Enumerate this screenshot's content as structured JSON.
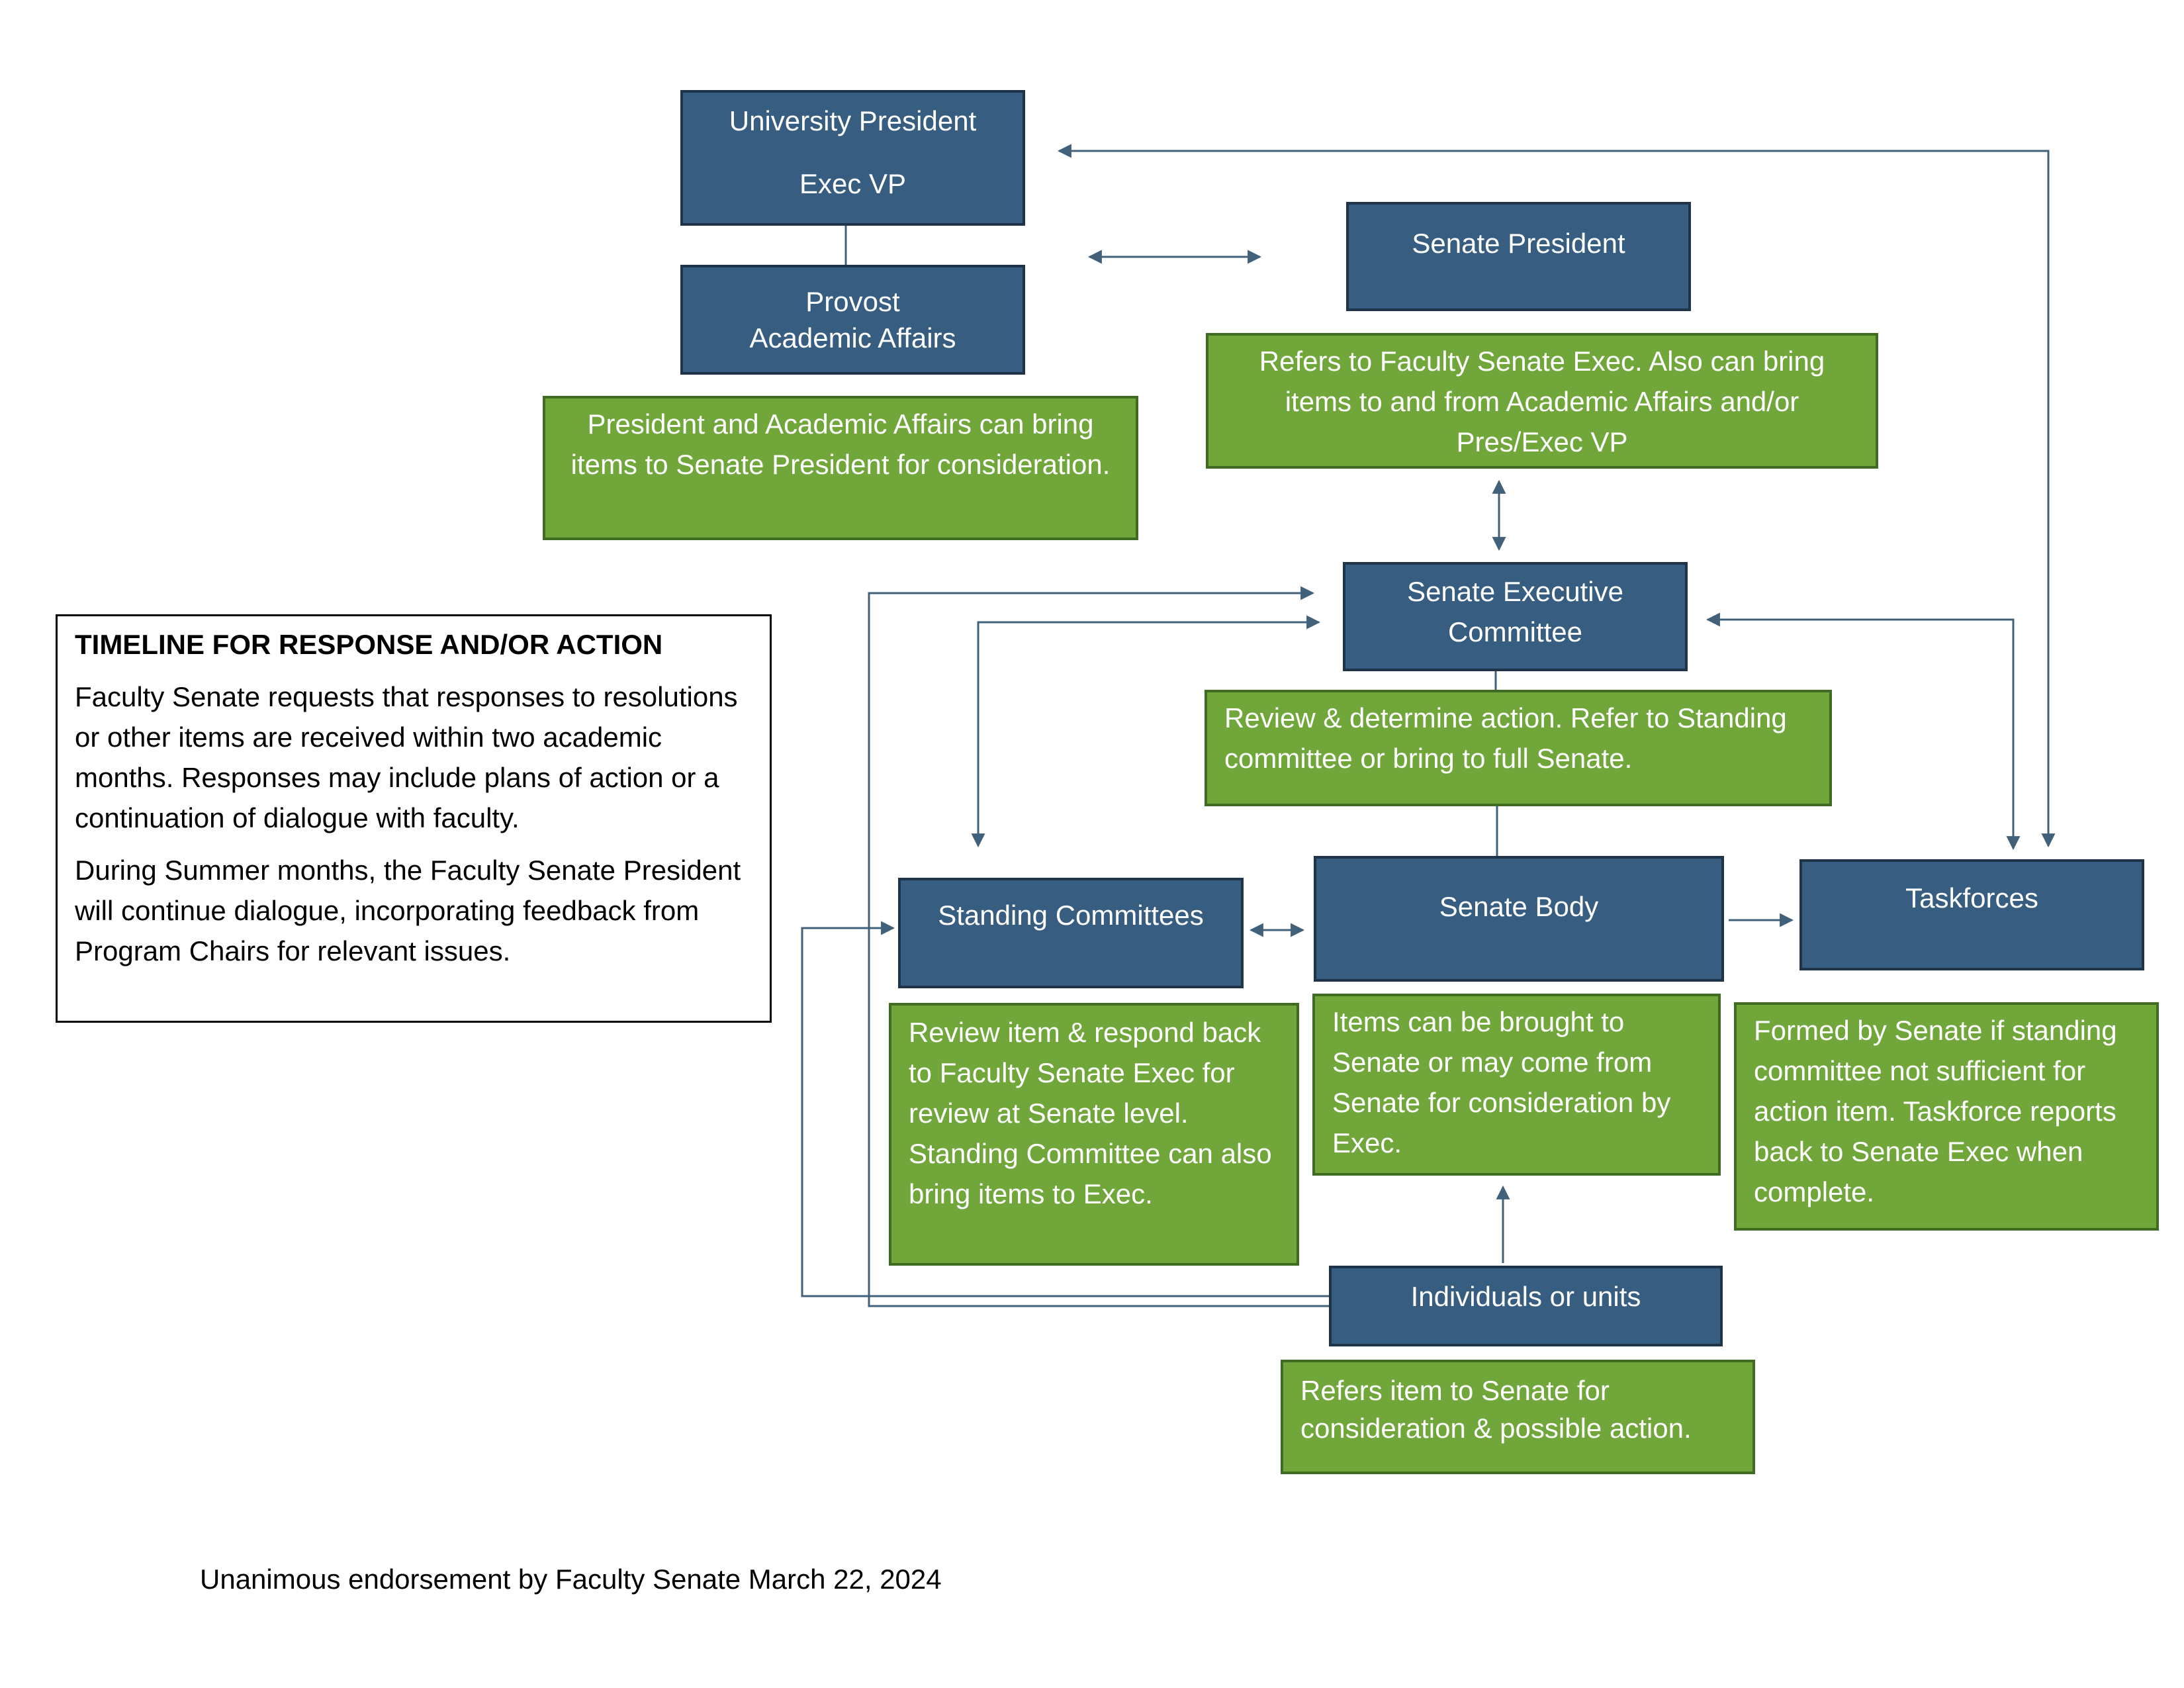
{
  "nodes": {
    "university_president": {
      "line1": "University President",
      "line2": "Exec VP"
    },
    "provost": {
      "line1": "Provost",
      "line2": "Academic Affairs"
    },
    "senate_president": {
      "label": "Senate President"
    },
    "senate_exec": {
      "line1": "Senate Executive",
      "line2": "Committee"
    },
    "standing_committees": {
      "label": "Standing Committees"
    },
    "senate_body": {
      "label": "Senate Body"
    },
    "taskforces": {
      "label": "Taskforces"
    },
    "individuals": {
      "label": "Individuals or units"
    }
  },
  "notes": {
    "president_note": "President and Academic Affairs can bring items to Senate President for consideration.",
    "senate_president_note": "Refers to Faculty Senate Exec. Also can bring items to and from Academic Affairs and/or Pres/Exec VP",
    "exec_note": "Review & determine action. Refer to Standing committee or bring to full Senate.",
    "standing_note": "Review item & respond back to Faculty Senate Exec for review at Senate level. Standing Committee can also bring items to Exec.",
    "senate_body_note": "Items can be brought to Senate or may come from Senate for consideration by Exec.",
    "taskforces_note": "Formed by Senate if standing committee not sufficient for action item. Taskforce reports back to Senate Exec when complete.",
    "individuals_note": "Refers item to Senate for consideration & possible action."
  },
  "timeline": {
    "heading": "TIMELINE FOR RESPONSE AND/OR ACTION",
    "paragraph1": "Faculty Senate requests that responses to resolutions or other items are received within two academic months. Responses may include plans of action or a continuation of dialogue with faculty.",
    "paragraph2": "During Summer months, the Faculty Senate President will continue dialogue, incorporating feedback from Program Chairs for relevant issues."
  },
  "footer": "Unanimous endorsement by Faculty Senate March 22, 2024",
  "colors": {
    "node_fill": "#375e80",
    "node_border": "#1f3349",
    "note_fill": "#70a63a",
    "note_border": "#3f6b22",
    "connector": "#41607a"
  }
}
